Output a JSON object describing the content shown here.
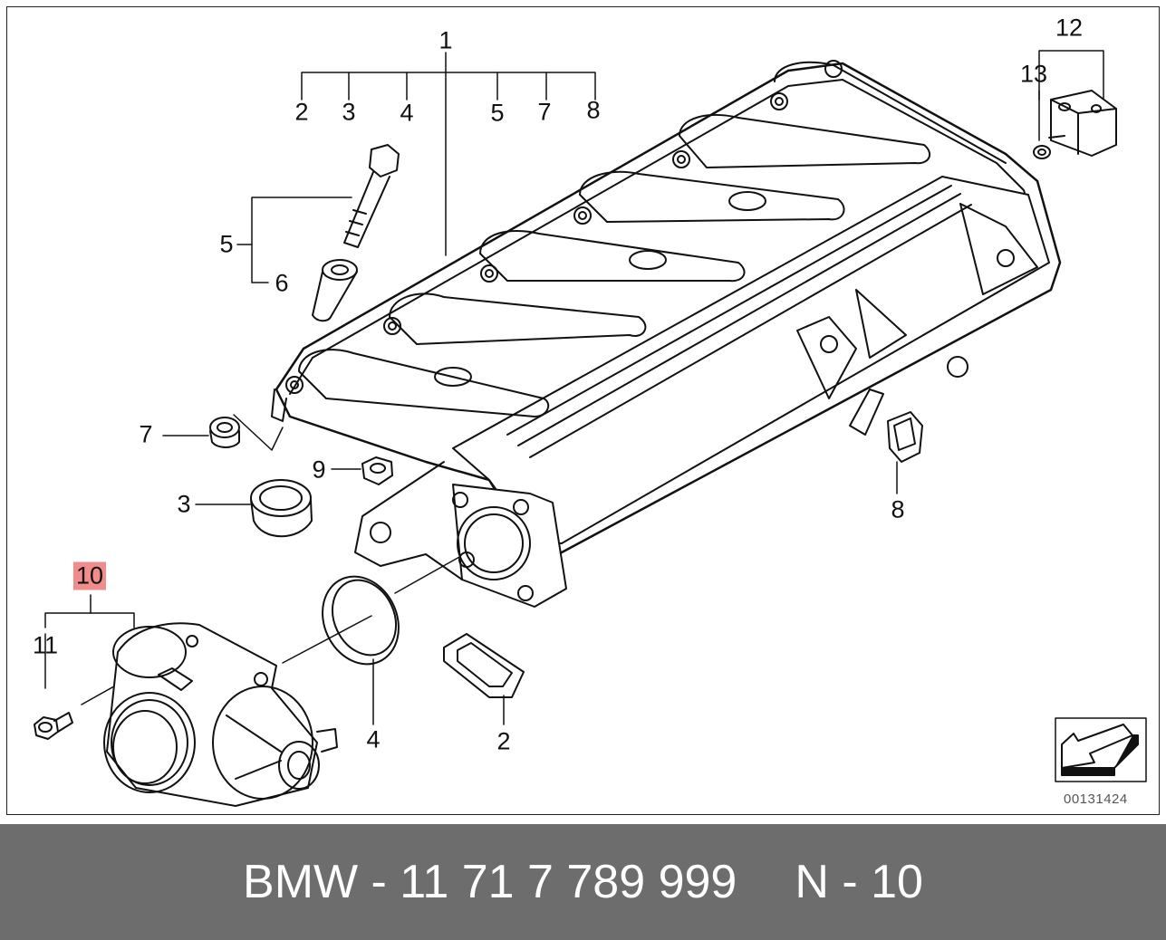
{
  "diagram": {
    "callouts": {
      "c1": "1",
      "c2a": "2",
      "c3a": "3",
      "c4a": "4",
      "c5a": "5",
      "c7a": "7",
      "c8a": "8",
      "c5b": "5",
      "c6": "6",
      "c7b": "7",
      "c9": "9",
      "c3b": "3",
      "c8b": "8",
      "c10": "10",
      "c11": "11",
      "c4b": "4",
      "c2b": "2",
      "c12": "12",
      "c13": "13"
    },
    "highlighted_callout": "10",
    "highlight_color": "#f08c8c",
    "diagram_code": "00131424",
    "nav_icon": "arrow-bottom-left-icon"
  },
  "footer": {
    "part_text": "BMW - 11 71 7 789 999",
    "position_text": "N - 10",
    "background": "#6d6d6d",
    "text_color": "#ffffff"
  }
}
